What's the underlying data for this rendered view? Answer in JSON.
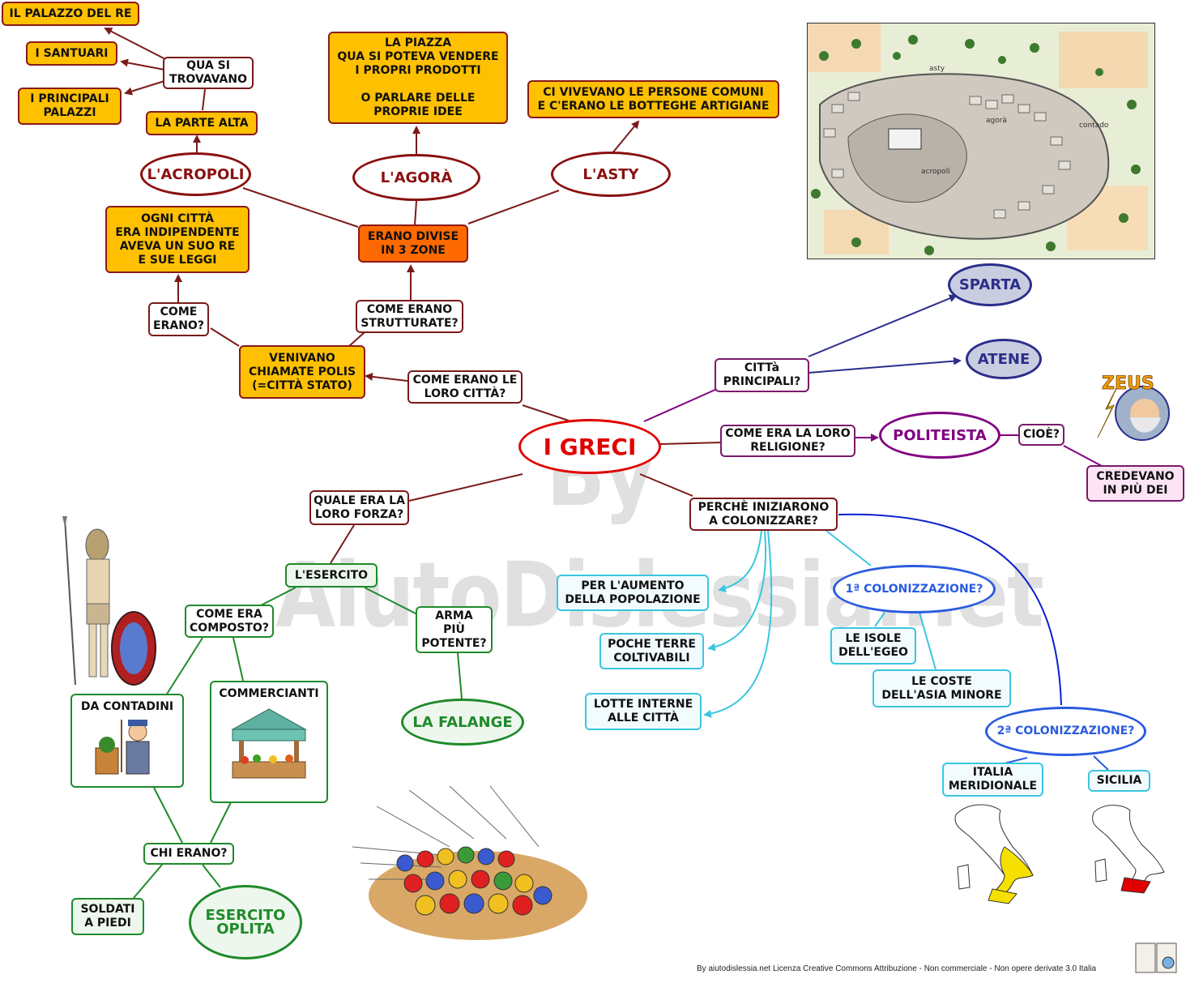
{
  "watermark": "By AiutoDislessia.net",
  "nodes": {
    "i_greci": "I GRECI",
    "palazzo_re": "IL PALAZZO DEL RE",
    "santuari": "I SANTUARI",
    "principali_palazzi": "I PRINCIPALI\nPALAZZI",
    "qua_si_trovavano": "QUA SI\nTROVAVANO",
    "parte_alta": "LA PARTE ALTA",
    "acropoli": "L'ACROPOLI",
    "piazza": "LA PIAZZA\nQUA SI POTEVA VENDERE\nI PROPRI PRODOTTI\n\nO PARLARE DELLE\nPROPRIE IDEE",
    "agora": "L'AGORÀ",
    "persone_comuni": "CI VIVEVANO LE PERSONE COMUNI\nE C'ERANO LE BOTTEGHE ARTIGIANE",
    "asty": "L'ASTY",
    "ogni_citta": "OGNI CITTÀ\nERA INDIPENDENTE\nAVEVA UN SUO RE\nE SUE LEGGI",
    "divise_3_zone": "ERANO DIVISE\nIN 3 ZONE",
    "come_erano": "COME\nERANO?",
    "come_strutturate": "COME ERANO\nSTRUTTURATE?",
    "polis": "VENIVANO\nCHIAMATE POLIS\n(=CITTÀ STATO)",
    "come_citta": "COME ERANO LE\nLORO CITTÀ?",
    "sparta": "SPARTA",
    "atene": "ATENE",
    "citta_principali": "CITTà\nPRINCIPALI?",
    "come_religione": "COME ERA LA LORO\nRELIGIONE?",
    "politeista": "POLITEISTA",
    "cioe": "CIOÈ?",
    "credevano": "CREDEVANO\nIN PIÙ DEI",
    "perche_colonizzare": "PERCHÈ INIZIARONO\nA COLONIZZARE?",
    "aumento_popolazione": "PER L'AUMENTO\nDELLA POPOLAZIONE",
    "poche_terre": "POCHE TERRE\nCOLTIVABILI",
    "lotte_interne": "LOTTE INTERNE\nALLE CITTÀ",
    "prima_colonizzazione": "1ª COLONIZZAZIONE?",
    "isole_egeo": "LE ISOLE\nDELL'EGEO",
    "coste_asia": "LE COSTE\nDELL'ASIA MINORE",
    "seconda_colonizzazione": "2ª COLONIZZAZIONE?",
    "italia_meridionale": "ITALIA\nMERIDIONALE",
    "sicilia": "SICILIA",
    "quale_forza": "QUALE ERA LA\nLORO FORZA?",
    "esercito": "L'ESERCITO",
    "come_composto": "COME ERA\nCOMPOSTO?",
    "arma_potente": "ARMA\nPIÙ\nPOTENTE?",
    "falange": "LA FALANGE",
    "da_contadini": "DA CONTADINI",
    "commercianti": "COMMERCIANTI",
    "chi_erano": "CHI ERANO?",
    "soldati_piedi": "SOLDATI\nA PIEDI",
    "esercito_oplita": "ESERCITO\nOPLITA"
  },
  "map_labels": {
    "agora": "agorà",
    "acropoli": "acropoli",
    "contado": "contado",
    "asty": "asty"
  },
  "zeus_label": "ZEUS",
  "footer": "By aiutodislessia.net Licenza Creative Commons Attribuzione - Non commerciale - Non opere derivate 3.0 Italia",
  "colors": {
    "main": "#e00000",
    "city_branch": "#7a1a1a",
    "army_branch": "#1f8a2a",
    "colonization": "#3bc6df",
    "colonization_blue": "#2a5be0",
    "cities": "#2b2e8a",
    "religion": "#800080"
  }
}
